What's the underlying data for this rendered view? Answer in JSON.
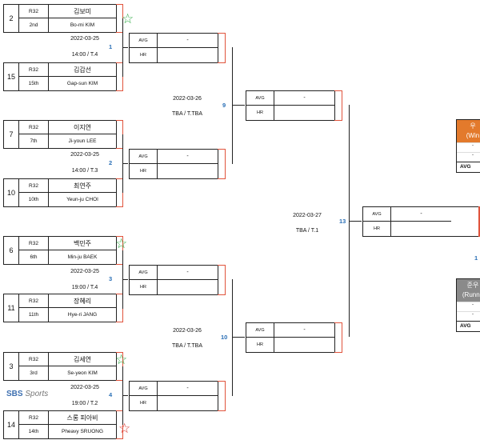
{
  "players": [
    {
      "seed": "2",
      "round": "R32",
      "rank": "2nd",
      "name_kr": "김보미",
      "name_en": "Bo-mi KIM"
    },
    {
      "seed": "15",
      "round": "R32",
      "rank": "15th",
      "name_kr": "김갑선",
      "name_en": "Gap-sun KIM"
    },
    {
      "seed": "7",
      "round": "R32",
      "rank": "7th",
      "name_kr": "이지연",
      "name_en": "Ji-youn LEE"
    },
    {
      "seed": "10",
      "round": "R32",
      "rank": "10th",
      "name_kr": "최연주",
      "name_en": "Yeun-ju CHOI"
    },
    {
      "seed": "6",
      "round": "R32",
      "rank": "6th",
      "name_kr": "백민주",
      "name_en": "Min-ju BAEK"
    },
    {
      "seed": "11",
      "round": "R32",
      "rank": "11th",
      "name_kr": "장혜리",
      "name_en": "Hye-ri JANG"
    },
    {
      "seed": "3",
      "round": "R32",
      "rank": "3rd",
      "name_kr": "김세연",
      "name_en": "Se-yeon KIM"
    },
    {
      "seed": "14",
      "round": "R32",
      "rank": "14th",
      "name_kr": "스롱 피아비",
      "name_en": "Pheavy SRUONG"
    }
  ],
  "matches": [
    {
      "num": "1",
      "date": "2022-03-25",
      "time": "14:00 / T.4"
    },
    {
      "num": "2",
      "date": "2022-03-25",
      "time": "14:00 / T.3"
    },
    {
      "num": "3",
      "date": "2022-03-25",
      "time": "19:00 / T.4"
    },
    {
      "num": "4",
      "date": "2022-03-25",
      "time": "19:00 / T.2"
    },
    {
      "num": "9",
      "date": "2022-03-26",
      "time": "TBA / T.TBA"
    },
    {
      "num": "10",
      "date": "2022-03-26",
      "time": "TBA / T.TBA"
    },
    {
      "num": "13",
      "date": "2022-03-27",
      "time": "TBA / T.1"
    }
  ],
  "stat_labels": {
    "avg": "AVG",
    "hr": "HR",
    "value": "-"
  },
  "winner_panel": {
    "title": "우",
    "subtitle": "(Win",
    "row_value": "-",
    "avg": "AVG"
  },
  "runner_panel": {
    "title": "준우",
    "subtitle": "(Runne",
    "row_value": "-",
    "avg": "AVG"
  },
  "side_number": "1",
  "logo": {
    "brand": "SBS",
    "suffix": "Sports"
  },
  "colors": {
    "accent_red": "#e0533c",
    "match_blue": "#2a6fb6",
    "winner_orange": "#e37a2c",
    "runner_gray": "#8a8a8a",
    "star_green": "#2faa44",
    "star_red": "#d9342b"
  }
}
